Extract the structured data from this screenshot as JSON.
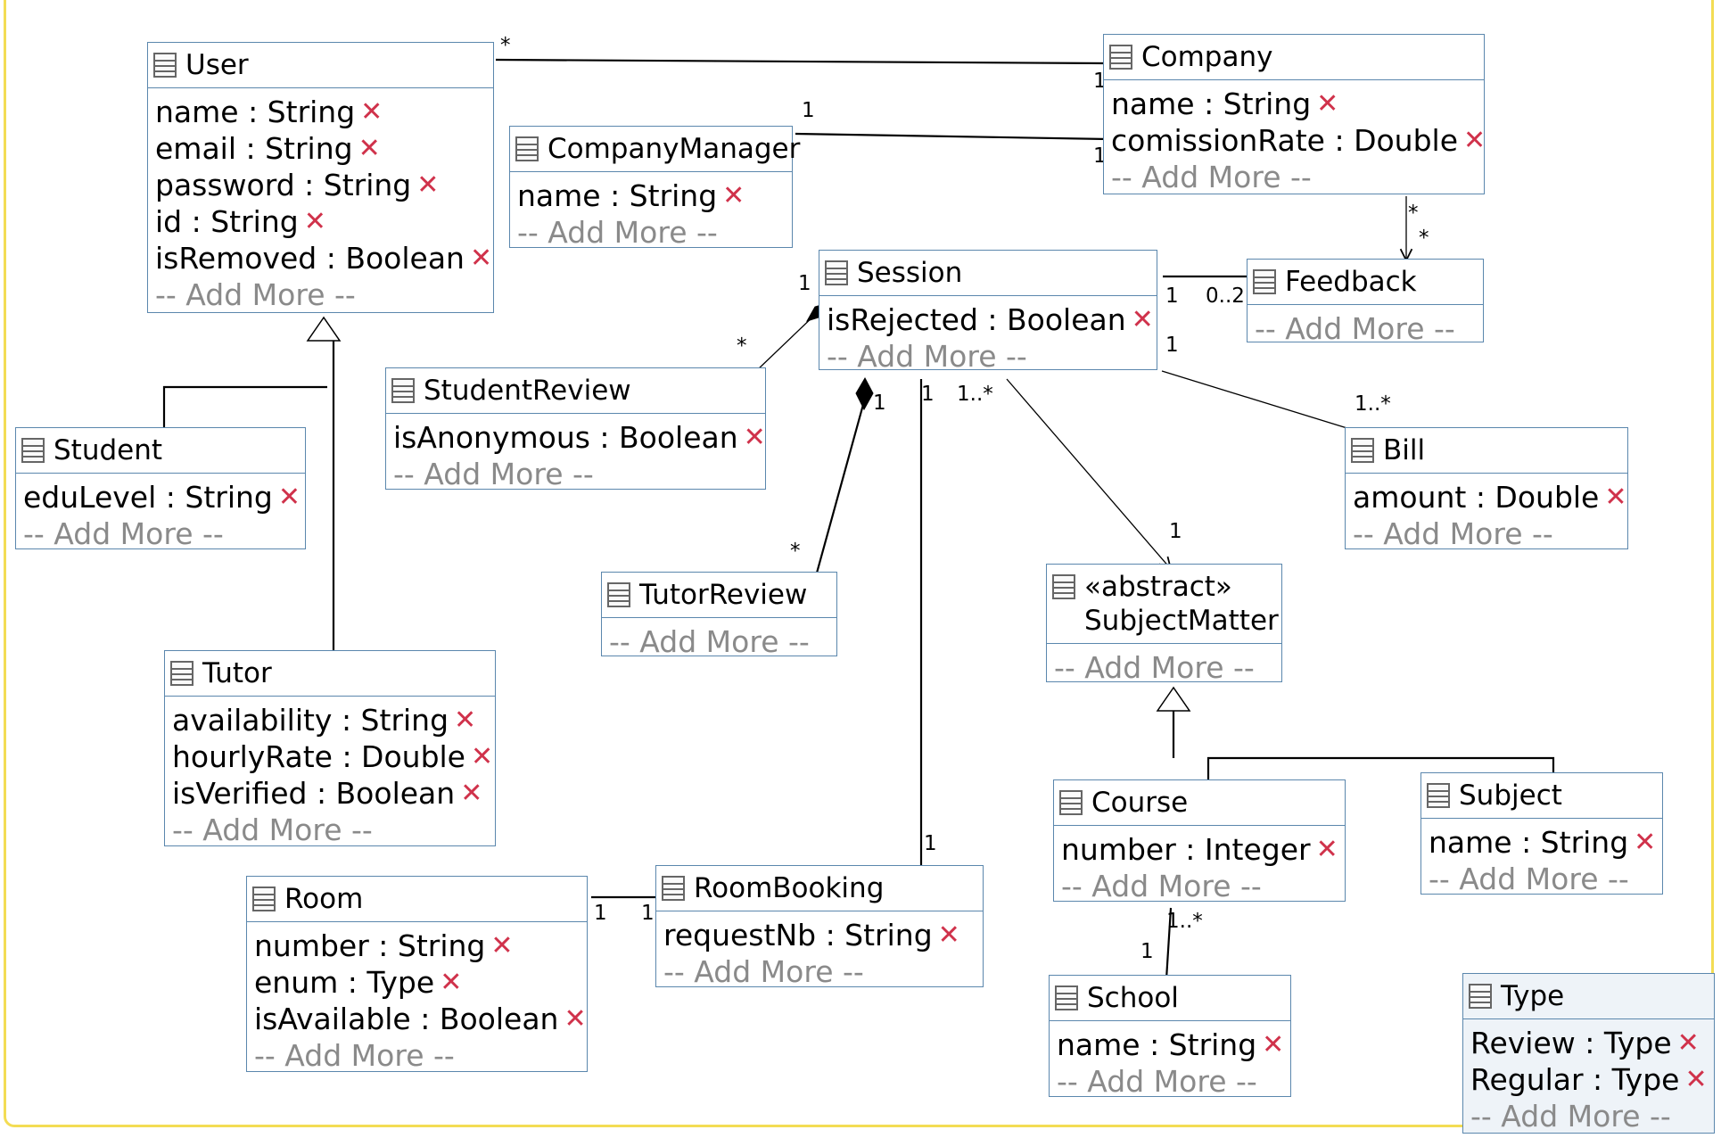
{
  "classes": {
    "user": {
      "name": "User",
      "attributes": [
        "name : String",
        "email : String",
        "password : String",
        "id : String",
        "isRemoved : Boolean"
      ]
    },
    "company": {
      "name": "Company",
      "attributes": [
        "name : String",
        "comissionRate : Double"
      ]
    },
    "company_manager": {
      "name": "CompanyManager",
      "attributes": [
        "name : String"
      ]
    },
    "session": {
      "name": "Session",
      "attributes": [
        "isRejected : Boolean"
      ]
    },
    "feedback": {
      "name": "Feedback",
      "attributes": []
    },
    "student_review": {
      "name": "StudentReview",
      "attributes": [
        "isAnonymous : Boolean"
      ]
    },
    "student": {
      "name": "Student",
      "attributes": [
        "eduLevel : String"
      ]
    },
    "bill": {
      "name": "Bill",
      "attributes": [
        "amount : Double"
      ]
    },
    "tutor_review": {
      "name": "TutorReview",
      "attributes": []
    },
    "subject_matter": {
      "stereotype": "«abstract»",
      "name": "SubjectMatter",
      "attributes": []
    },
    "tutor": {
      "name": "Tutor",
      "attributes": [
        "availability : String",
        "hourlyRate : Double",
        "isVerified : Boolean"
      ]
    },
    "course": {
      "name": "Course",
      "attributes": [
        "number : Integer"
      ]
    },
    "subject": {
      "name": "Subject",
      "attributes": [
        "name : String"
      ]
    },
    "room": {
      "name": "Room",
      "attributes": [
        "number : String",
        "enum : Type",
        "isAvailable : Boolean"
      ]
    },
    "room_booking": {
      "name": "RoomBooking",
      "attributes": [
        "requestNb : String"
      ]
    },
    "school": {
      "name": "School",
      "attributes": [
        "name : String"
      ]
    },
    "type": {
      "name": "Type",
      "attributes": [
        "Review : Type",
        "Regular : Type"
      ]
    }
  },
  "add_more_label": "-- Add More --",
  "multiplicities": {
    "user_company_user": "*",
    "user_company_company": "1",
    "manager_company_manager": "1",
    "manager_company_company": "1",
    "company_feedback_a": "*",
    "company_feedback_b": "*",
    "session_feedback_session": "1",
    "session_feedback_feedback": "0..2",
    "session_studentreview_session": "1",
    "session_studentreview_review": "*",
    "session_bill_session": "1",
    "session_bill_bill": "1..*",
    "session_tutorreview_session": "1",
    "session_tutorreview_review": "*",
    "session_roombooking_session": "1",
    "session_roombooking_booking": "1",
    "session_subject_session": "1..*",
    "session_subject_subject": "1",
    "room_roombooking_room": "1",
    "room_roombooking_booking": "1",
    "course_school_course": "1..*",
    "course_school_school": "1"
  },
  "colors": {
    "border": "#5b87ad",
    "delete": "#d0324b",
    "frame": "#f3dc54",
    "add_more": "#8a8a8a"
  }
}
